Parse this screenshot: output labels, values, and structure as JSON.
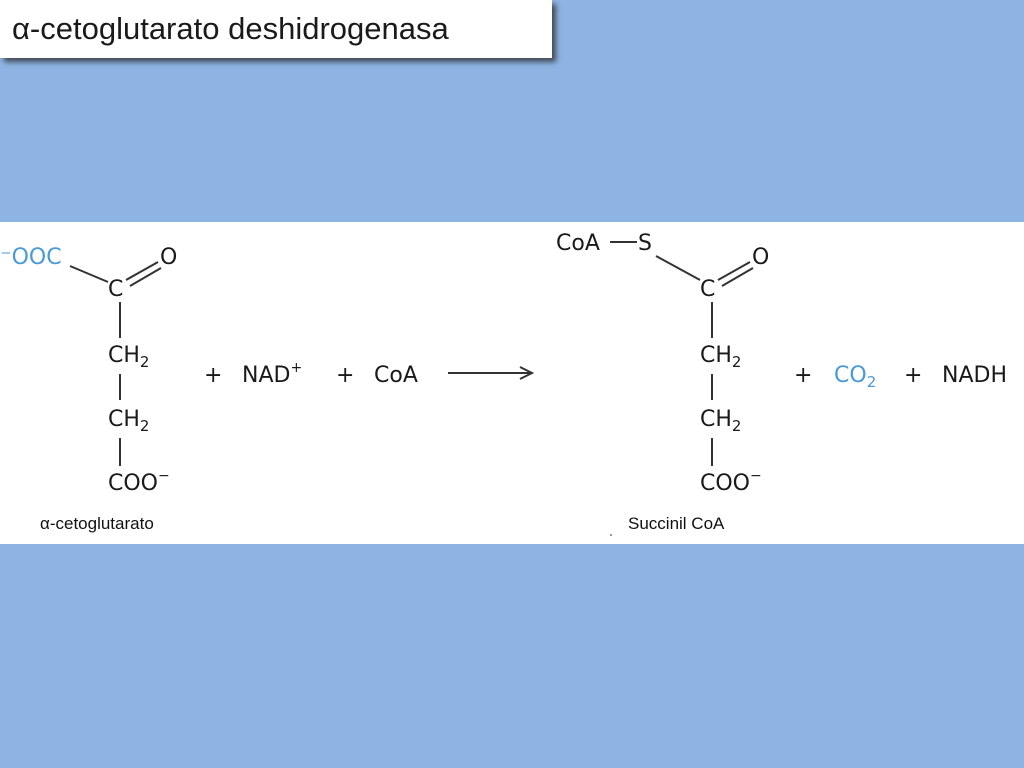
{
  "slide": {
    "title": "α-cetoglutarato deshidrogenasa"
  },
  "reaction": {
    "substrate": {
      "carboxylate_top": "⁻OOC",
      "carbonyl_c": "C",
      "carbonyl_o": "O",
      "ch2_a": "CH",
      "ch2_a_sub": "2",
      "ch2_b": "CH",
      "ch2_b_sub": "2",
      "carboxylate_bottom": "COO",
      "carboxylate_bottom_charge": "−",
      "caption": "α-cetoglutarato"
    },
    "reactants": {
      "plus_1": "+",
      "nad": "NAD",
      "nad_charge": "+",
      "plus_2": "+",
      "coa": "CoA"
    },
    "product": {
      "coa": "CoA",
      "sulfur": "S",
      "carbonyl_c": "C",
      "carbonyl_o": "O",
      "ch2_a": "CH",
      "ch2_a_sub": "2",
      "ch2_b": "CH",
      "ch2_b_sub": "2",
      "carboxylate_bottom": "COO",
      "carboxylate_bottom_charge": "−",
      "caption": "Succinil CoA"
    },
    "byproducts": {
      "plus_1": "+",
      "co2": "CO",
      "co2_sub": "2",
      "plus_2": "+",
      "nadh": "NADH"
    }
  },
  "colors": {
    "background": "#8eb4e3",
    "band": "#ffffff",
    "highlight_blue": "#4a9ad8"
  }
}
